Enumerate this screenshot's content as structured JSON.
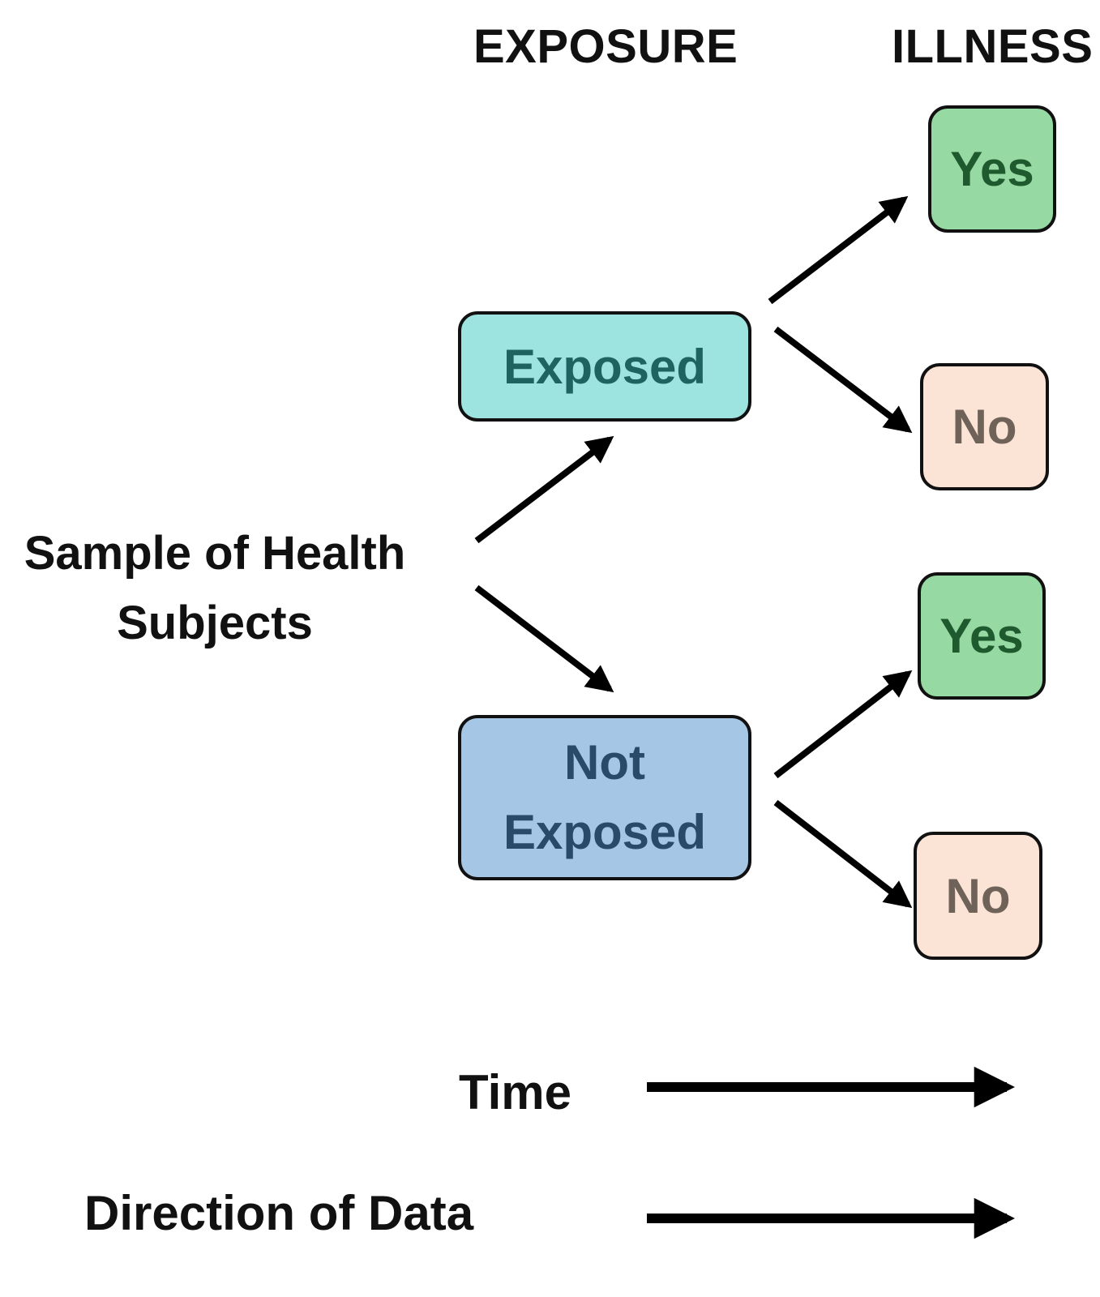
{
  "headers": {
    "exposure": "EXPOSURE",
    "illness": "ILLNESS"
  },
  "sample": {
    "line1": "Sample of Health",
    "line2": "Subjects"
  },
  "nodes": {
    "exposed": {
      "label": "Exposed"
    },
    "not_exposed": {
      "line1": "Not",
      "line2": "Exposed"
    },
    "yes_top": {
      "label": "Yes"
    },
    "no_top": {
      "label": "No"
    },
    "yes_bottom": {
      "label": "Yes"
    },
    "no_bottom": {
      "label": "No"
    }
  },
  "legend": {
    "time": "Time",
    "direction": "Direction of Data"
  },
  "colors": {
    "exposed_fill": "#9de3e0",
    "exposed_text": "#1e6360",
    "not_exposed_fill": "#a6c6e5",
    "not_exposed_text": "#2a4a6a",
    "yes_fill": "#96d9a2",
    "yes_text": "#1f5a2e",
    "no_fill": "#fbe3d6",
    "no_text": "#6e6259",
    "arrow": "#000000"
  }
}
